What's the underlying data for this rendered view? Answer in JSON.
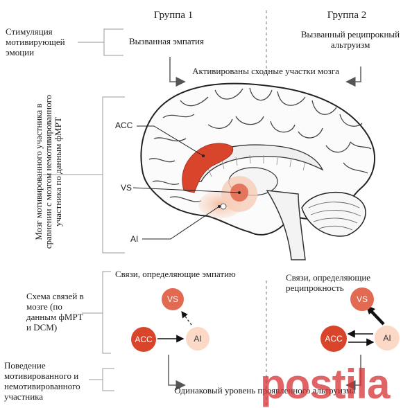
{
  "groups": {
    "group1": "Группа 1",
    "group2": "Группа 2"
  },
  "left_labels": {
    "stimulation": "Стимуляция мотивирующей эмоции",
    "brain_compare": "Мозг мотивированного участника в сравнении с мозгом немотивированного участника по данным фМРТ",
    "scheme": "Схема связей в мозге (по данным фМРТ и DCM)",
    "behavior": "Поведение мотивированного и немотивированного участника"
  },
  "top_row": {
    "group1_text": "Вызванная эмпатия",
    "group2_text": "Вызванный реципрокный альтруизм",
    "common": "Активированы сходные участки мозга"
  },
  "brain_labels": {
    "acc": "ACC",
    "vs": "VS",
    "ai": "AI"
  },
  "connections": {
    "group1_title": "Связи, определяющие эмпатию",
    "group2_title": "Связи, определяющие реципрокность",
    "nodes": {
      "acc": "ACC",
      "ai": "AI",
      "vs": "VS"
    }
  },
  "bottom": {
    "result": "Одинаковый уровень проявленного альтруизма"
  },
  "watermark": {
    "brand": "postila"
  },
  "colors": {
    "acc_red": "#d9452b",
    "vs_red": "#e36a52",
    "ai_peach": "#f6c9b0",
    "gray_line": "#7a7a7a"
  }
}
